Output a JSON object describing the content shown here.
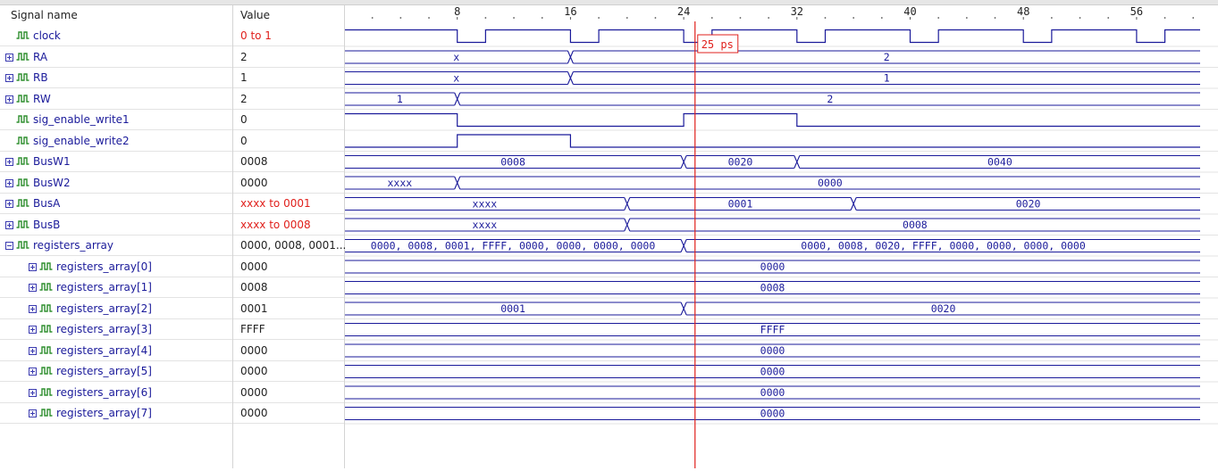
{
  "header": {
    "signal_name": "Signal name",
    "value": "Value"
  },
  "cursor": {
    "label": "25 ps",
    "time": 24.8
  },
  "timeline": {
    "ticks": [
      {
        "t": 8,
        "label": "8"
      },
      {
        "t": 16,
        "label": "16"
      },
      {
        "t": 24,
        "label": "24"
      },
      {
        "t": 32,
        "label": "32"
      },
      {
        "t": 40,
        "label": "40"
      },
      {
        "t": 48,
        "label": "48"
      },
      {
        "t": 56,
        "label": "56"
      }
    ],
    "t_end": 62
  },
  "signals": [
    {
      "name": "clock",
      "value": "0 to 1",
      "value_red": true,
      "expander": "none",
      "level": 0,
      "kind": "bit",
      "transitions": [
        [
          0,
          1
        ],
        [
          8,
          0
        ],
        [
          10,
          1
        ],
        [
          16,
          0
        ],
        [
          18,
          1
        ],
        [
          24,
          0
        ],
        [
          26,
          1
        ],
        [
          32,
          0
        ],
        [
          34,
          1
        ],
        [
          40,
          0
        ],
        [
          42,
          1
        ],
        [
          48,
          0
        ],
        [
          50,
          1
        ],
        [
          56,
          0
        ],
        [
          58,
          1
        ]
      ]
    },
    {
      "name": "RA",
      "value": "2",
      "expander": "plus",
      "level": 0,
      "kind": "bus",
      "segments": [
        [
          0,
          "x"
        ],
        [
          16,
          "2"
        ]
      ]
    },
    {
      "name": "RB",
      "value": "1",
      "expander": "plus",
      "level": 0,
      "kind": "bus",
      "segments": [
        [
          0,
          "x"
        ],
        [
          16,
          "1"
        ]
      ]
    },
    {
      "name": "RW",
      "value": "2",
      "expander": "plus",
      "level": 0,
      "kind": "bus",
      "segments": [
        [
          0,
          "1"
        ],
        [
          8,
          "2"
        ]
      ]
    },
    {
      "name": "sig_enable_write1",
      "value": "0",
      "expander": "none",
      "level": 0,
      "kind": "bit",
      "transitions": [
        [
          0,
          1
        ],
        [
          8,
          0
        ],
        [
          24,
          1
        ],
        [
          32,
          0
        ]
      ]
    },
    {
      "name": "sig_enable_write2",
      "value": "0",
      "expander": "none",
      "level": 0,
      "kind": "bit",
      "transitions": [
        [
          0,
          0
        ],
        [
          8,
          1
        ],
        [
          16,
          0
        ]
      ]
    },
    {
      "name": "BusW1",
      "value": "0008",
      "expander": "plus",
      "level": 0,
      "kind": "bus",
      "segments": [
        [
          0,
          "0008"
        ],
        [
          24,
          "0020"
        ],
        [
          32,
          "0040"
        ]
      ]
    },
    {
      "name": "BusW2",
      "value": "0000",
      "expander": "plus",
      "level": 0,
      "kind": "bus",
      "segments": [
        [
          0,
          "xxxx"
        ],
        [
          8,
          "0000"
        ]
      ]
    },
    {
      "name": "BusA",
      "value": "xxxx to 0001",
      "value_red": true,
      "expander": "plus",
      "level": 0,
      "kind": "bus",
      "segments": [
        [
          0,
          "xxxx"
        ],
        [
          20,
          "0001"
        ],
        [
          36,
          "0020"
        ]
      ]
    },
    {
      "name": "BusB",
      "value": "xxxx to 0008",
      "value_red": true,
      "expander": "plus",
      "level": 0,
      "kind": "bus",
      "segments": [
        [
          0,
          "xxxx"
        ],
        [
          20,
          "0008"
        ]
      ]
    },
    {
      "name": "registers_array",
      "value": "0000, 0008, 0001...",
      "expander": "minus",
      "level": 0,
      "kind": "bus",
      "segments": [
        [
          0,
          "0000, 0008, 0001, FFFF, 0000, 0000, 0000, 0000"
        ],
        [
          24,
          "0000, 0008, 0020, FFFF, 0000, 0000, 0000, 0000"
        ]
      ]
    },
    {
      "name": "registers_array[0]",
      "value": "0000",
      "expander": "plus",
      "level": 1,
      "kind": "bus",
      "segments": [
        [
          0,
          "0000"
        ]
      ]
    },
    {
      "name": "registers_array[1]",
      "value": "0008",
      "expander": "plus",
      "level": 1,
      "kind": "bus",
      "segments": [
        [
          0,
          "0008"
        ]
      ]
    },
    {
      "name": "registers_array[2]",
      "value": "0001",
      "expander": "plus",
      "level": 1,
      "kind": "bus",
      "segments": [
        [
          0,
          "0001"
        ],
        [
          24,
          "0020"
        ]
      ]
    },
    {
      "name": "registers_array[3]",
      "value": "FFFF",
      "expander": "plus",
      "level": 1,
      "kind": "bus",
      "segments": [
        [
          0,
          "FFFF"
        ]
      ]
    },
    {
      "name": "registers_array[4]",
      "value": "0000",
      "expander": "plus",
      "level": 1,
      "kind": "bus",
      "segments": [
        [
          0,
          "0000"
        ]
      ]
    },
    {
      "name": "registers_array[5]",
      "value": "0000",
      "expander": "plus",
      "level": 1,
      "kind": "bus",
      "segments": [
        [
          0,
          "0000"
        ]
      ]
    },
    {
      "name": "registers_array[6]",
      "value": "0000",
      "expander": "plus",
      "level": 1,
      "kind": "bus",
      "segments": [
        [
          0,
          "0000"
        ]
      ]
    },
    {
      "name": "registers_array[7]",
      "value": "0000",
      "expander": "plus",
      "level": 1,
      "kind": "bus",
      "segments": [
        [
          0,
          "0000"
        ]
      ]
    }
  ],
  "colors": {
    "wave": "#1a1a9a",
    "cursor": "#e0201c",
    "value_red": "#e0201c",
    "grid": "#e3e3e3"
  }
}
